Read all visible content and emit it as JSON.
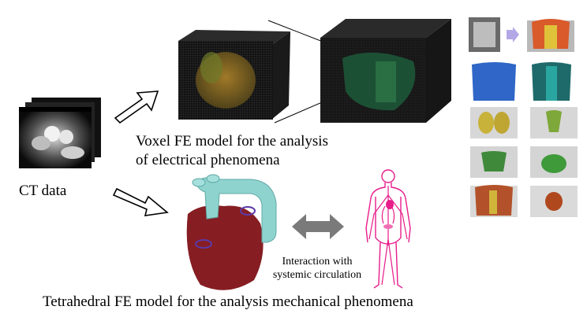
{
  "labels": {
    "ct_data": "CT data",
    "voxel_caption_line1": "Voxel FE model for the analysis",
    "voxel_caption_line2": "of electrical phenomena",
    "tetra_caption": "Tetrahedral FE model for the analysis mechanical phenomena",
    "interaction_line1": "Interaction with",
    "interaction_line2": "systemic circulation"
  },
  "colors": {
    "heart_red": "#8a1f24",
    "aorta_cyan": "#8fd3cf",
    "body_pink": "#e81c8a",
    "double_arrow_gray": "#7a7a7a",
    "voxel_dark": "#1a1a1a",
    "voxel_green": "#1d5a3a"
  }
}
